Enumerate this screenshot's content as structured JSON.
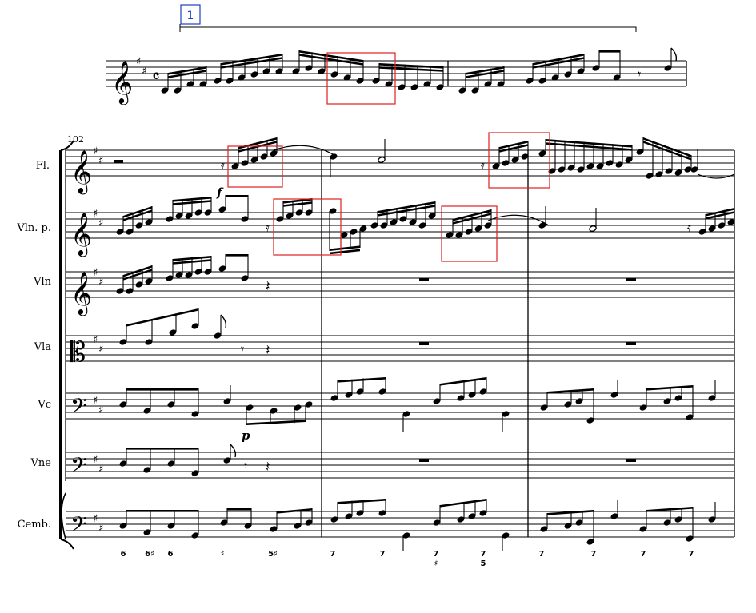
{
  "score": {
    "rehearsal_mark": "1",
    "measure_number": "102",
    "time_signature_glyph": "𝄴",
    "instruments": [
      {
        "id": "fl",
        "label": "Fl."
      },
      {
        "id": "vlnp",
        "label": "Vln. p."
      },
      {
        "id": "vln",
        "label": "Vln"
      },
      {
        "id": "vla",
        "label": "Vla"
      },
      {
        "id": "vc",
        "label": "Vc"
      },
      {
        "id": "vne",
        "label": "Vne"
      },
      {
        "id": "cemb",
        "label": "Cemb."
      }
    ],
    "dynamics": {
      "fl": "f",
      "vc": "p"
    },
    "figured_bass": [
      {
        "top": "6"
      },
      {
        "top": "6♯"
      },
      {
        "top": "6"
      },
      {
        "top": "♯"
      },
      {
        "top": "5♯"
      },
      {
        "top": "7"
      },
      {
        "top": "7"
      },
      {
        "top": "7",
        "bottom": "♯"
      },
      {
        "top": "7",
        "bottom": "5"
      },
      {
        "top": "7"
      },
      {
        "top": "7"
      },
      {
        "top": "7"
      },
      {
        "top": "7"
      }
    ],
    "clefs": {
      "treble": "treble-clef",
      "alto": "alto-clef",
      "bass": "bass-clef"
    },
    "colors": {
      "highlight": "#e02020",
      "rehearsal": "#2040c0",
      "ink": "#000000"
    }
  }
}
